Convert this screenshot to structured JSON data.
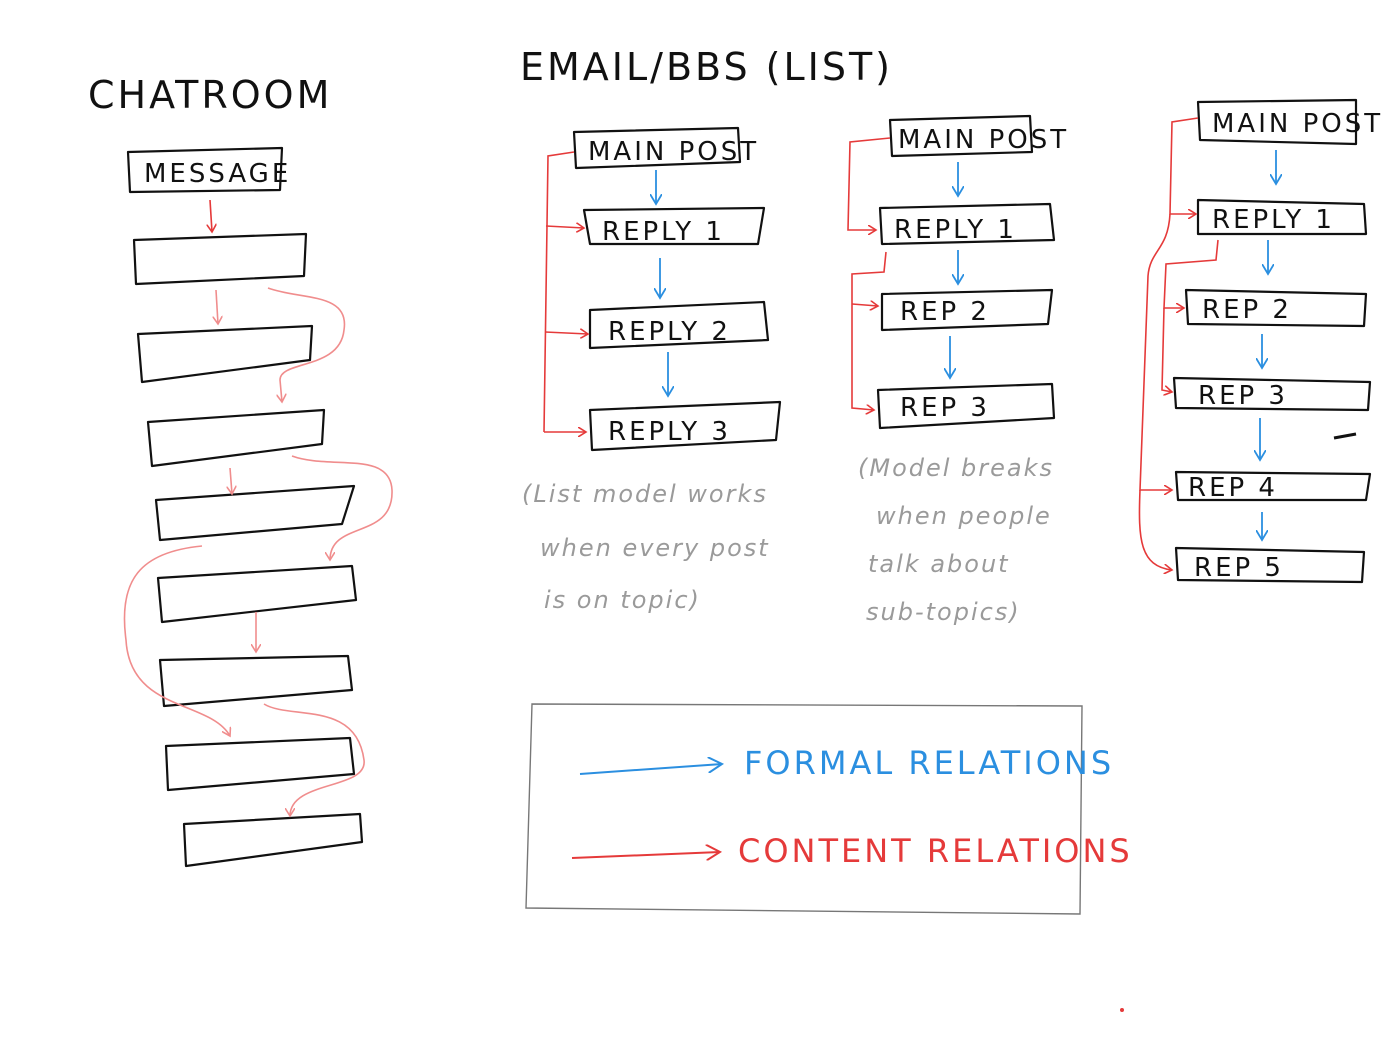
{
  "titles": {
    "chatroom": "CHATROOM",
    "email_bbs": "EMAIL/BBS (LIST)"
  },
  "chatroom": {
    "message": "MESSAGE"
  },
  "list_model": {
    "main": "MAIN POST",
    "replies": [
      "REPLY 1",
      "REPLY 2",
      "REPLY 3"
    ],
    "note": [
      "(List model works",
      "when every post",
      "is on topic)"
    ]
  },
  "broken_model": {
    "main": "MAIN POST",
    "replies": [
      "REPLY 1",
      "REP    2",
      "REP    3"
    ],
    "note": [
      "(Model breaks",
      "when people",
      "talk about",
      "sub-topics)"
    ]
  },
  "tree_model": {
    "main": "MAIN POST",
    "replies": [
      "REPLY 1",
      "REP  2",
      "REP    3",
      "REP    4",
      "REP    5"
    ]
  },
  "legend": {
    "formal": "FORMAL RELATIONS",
    "content": "CONTENT RELATIONS"
  },
  "colors": {
    "formal": "#2b8fe0",
    "content": "#e53a3a",
    "ink": "#111111",
    "note": "#9a9a9a"
  }
}
